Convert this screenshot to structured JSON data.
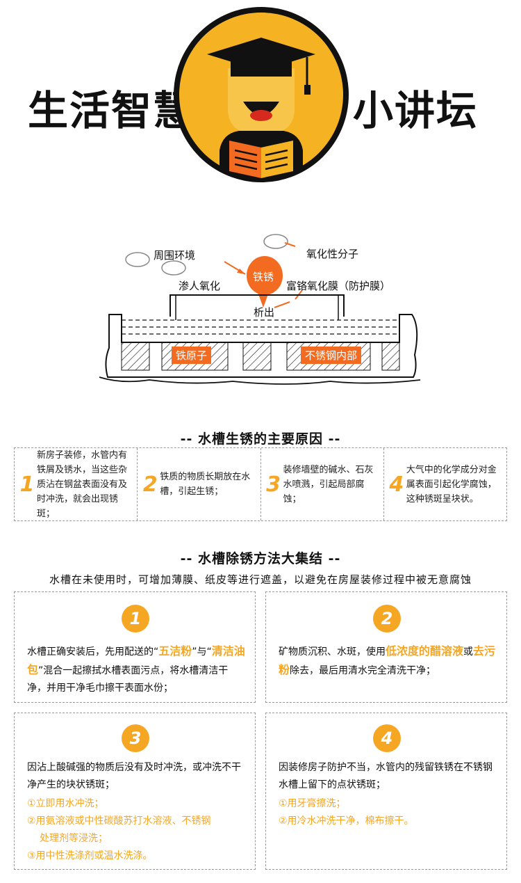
{
  "header": {
    "left_title": "生活智慧",
    "right_title": "小讲坛"
  },
  "diagram": {
    "label_environment": "周围环境",
    "label_oxidizing_molecule": "氧化性分子",
    "label_penetrate": "渗人氧化",
    "label_rust": "铁锈",
    "label_film": "富铬氧化膜（防护膜）",
    "label_precipitate": "析出",
    "label_iron_atom": "铁原子",
    "label_steel_inner": "不锈钢内部",
    "accent_color": "#f26b21"
  },
  "causes": {
    "title": "-- 水槽生锈的主要原因 --",
    "items": [
      {
        "num": "1",
        "text": "新房子装修，水管内有铁屑及锈水，当这些杂质沾在钢盆表面没有及时冲洗，就会出现锈斑；"
      },
      {
        "num": "2",
        "text": "铁质的物质长期放在水槽，引起生锈；"
      },
      {
        "num": "3",
        "text": "装修墙壁的碱水、石灰水喷溅，引起局部腐蚀；"
      },
      {
        "num": "4",
        "text": "大气中的化学成分对金属表面引起化学腐蚀，这种锈斑呈块状。"
      }
    ]
  },
  "methods": {
    "title": "-- 水槽除锈方法大集结 --",
    "note": "水槽在未使用时，可增加薄膜、纸皮等进行遮盖，以避免在房屋装修过程中被无意腐蚀",
    "badge_color": "#f5a623",
    "m1": {
      "num": "1",
      "t1": "水槽正确安装后，先用配送的“",
      "h1": "五洁粉",
      "t2": "”与“",
      "h2": "清洁油包",
      "t3": "”混合一起擦拭水槽表面污点，将水槽清洁干净，并用干净毛巾擦干表面水份；"
    },
    "m2": {
      "num": "2",
      "t1": "矿物质沉积、水斑，使用",
      "h1": "低浓度的醋溶液",
      "t2": "或",
      "h2": "去污粉",
      "t3": "除去，最后用清水完全清洗干净；"
    },
    "m3": {
      "num": "3",
      "intro": "因沾上酸碱强的物质后没有及时冲洗，或冲洗不干净产生的块状锈斑；",
      "steps": [
        "①立即用水冲洗；",
        "②用氨溶液或中性碳酸苏打水溶液、不锈钢",
        "处理剂等浸洗；",
        "③用中性洗涤剂或温水洗涤。"
      ]
    },
    "m4": {
      "num": "4",
      "intro": "因装修房子防护不当，水管内的残留铁锈在不锈钢水槽上留下的点状锈斑；",
      "steps": [
        "①用牙膏擦洗；",
        "②用冷水冲洗干净，棉布擦干。"
      ]
    }
  }
}
